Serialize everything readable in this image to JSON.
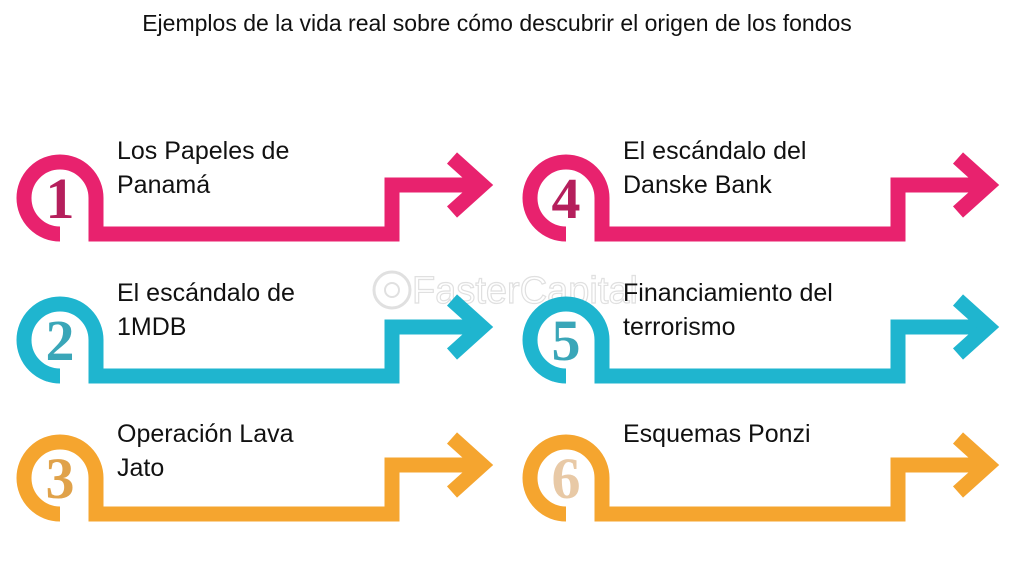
{
  "title": "Ejemplos de la vida real sobre cómo descubrir el origen de los fondos",
  "watermark": "FasterCapital",
  "colors": {
    "pink": "#e8226e",
    "teal": "#1fb5cf",
    "orange": "#f5a52f",
    "pink_num": "#b51f5c",
    "teal_num": "#3aa6b8",
    "orange_num": "#e0a24a",
    "orange_num_light": "#e8c9a6"
  },
  "items": [
    {
      "number": "1",
      "lines": [
        "Los Papeles de",
        "Panamá"
      ]
    },
    {
      "number": "2",
      "lines": [
        "El escándalo de",
        "1MDB"
      ]
    },
    {
      "number": "3",
      "lines": [
        "Operación Lava",
        "Jato"
      ]
    },
    {
      "number": "4",
      "lines": [
        "El escándalo del",
        "Danske Bank"
      ]
    },
    {
      "number": "5",
      "lines": [
        "Financiamiento del",
        "terrorismo"
      ]
    },
    {
      "number": "6",
      "lines": [
        "Esquemas Ponzi"
      ]
    }
  ]
}
